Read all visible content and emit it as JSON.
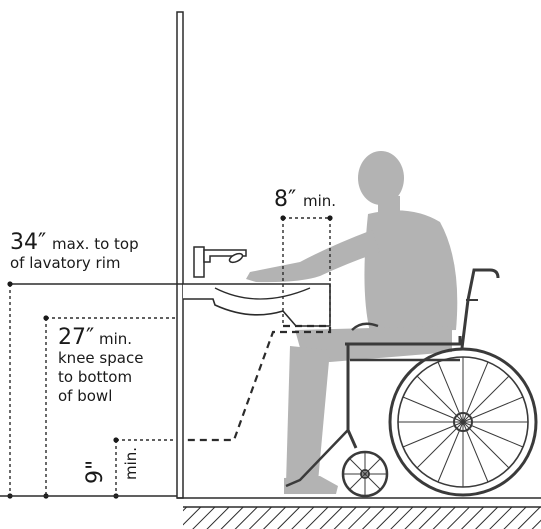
{
  "dimensions": {
    "rim": {
      "value": "34″",
      "note_line1": "max. to top",
      "note_line2": "of lavatory rim"
    },
    "knee": {
      "value": "27″",
      "line1": "min.",
      "line2": "knee space",
      "line3": "to bottom",
      "line4": "of bowl"
    },
    "toe": {
      "value": "9\"",
      "note": "min."
    },
    "reach": {
      "value": "8″",
      "note": "min."
    }
  },
  "colors": {
    "figure": "#b3b3b3",
    "wheelchair": "#3a3a3a",
    "ink": "#1a1a1a"
  }
}
